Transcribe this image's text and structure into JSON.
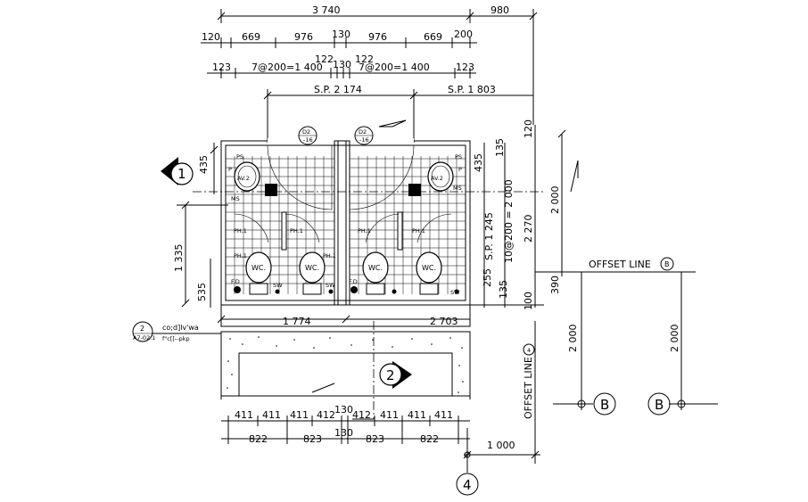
{
  "dims": {
    "top_total": "3 740",
    "top_right": "980",
    "row2": [
      "120",
      "669",
      "976",
      "130",
      "976",
      "669",
      "200"
    ],
    "row3a": [
      "122",
      "130",
      "122"
    ],
    "row3": [
      "123",
      "7@200=1 400",
      "7@200=1 400",
      "123"
    ],
    "sp_left": "S.P. 2 174",
    "sp_right": "S.P. 1 803",
    "bottom1": [
      "411",
      "411",
      "411",
      "412",
      "130",
      "412",
      "411",
      "411",
      "411"
    ],
    "bottom2": [
      "822",
      "823",
      "130",
      "823",
      "822"
    ],
    "bottom3": "1 000",
    "left_435": "435",
    "left_1335": "1 335",
    "left_535": "535",
    "right_435": "435",
    "right_135_top": "135",
    "right_120": "120",
    "right_sp": "S.P. 1 245",
    "right_grid": "10@200 = 2 000",
    "right_2270": "2 270",
    "right_2000": "2 000",
    "right_255": "255",
    "right_135": "135",
    "right_390": "390",
    "right_100": "100",
    "mid_1774": "1 774",
    "mid_2703": "2 703",
    "offB_2000_a": "2 000",
    "offB_2000_b": "2 000"
  },
  "labels": {
    "offset_line_b": "OFFSET LINE",
    "offset_line_4": "OFFSET LINE",
    "grid_b": "B",
    "grid_4": "4",
    "section_1": "1",
    "section_2": "2",
    "callout_num": "2",
    "callout_ref": "A7-02.1",
    "callout_title": "co;d]lv'wa",
    "callout_sub": "f\"c[[--pkp",
    "door_left_a": "D2",
    "door_left_b": "-16",
    "door_right_a": "D2",
    "door_right_b": "-16",
    "av_left": "AV.2",
    "av_right": "AV.2",
    "wc": [
      "WC.",
      "WC.",
      "WC.",
      "WC."
    ],
    "ph": [
      "PH.1",
      "PH.1",
      "PH.1",
      "PH.1",
      "PH.1",
      "PH.1"
    ],
    "fd": [
      "F.D",
      "F.D"
    ],
    "sw": [
      "SW",
      "SW",
      "SW"
    ],
    "misc_left": [
      "PS",
      "MS",
      "P"
    ],
    "misc_right": [
      "PS",
      "MS",
      "P"
    ]
  }
}
